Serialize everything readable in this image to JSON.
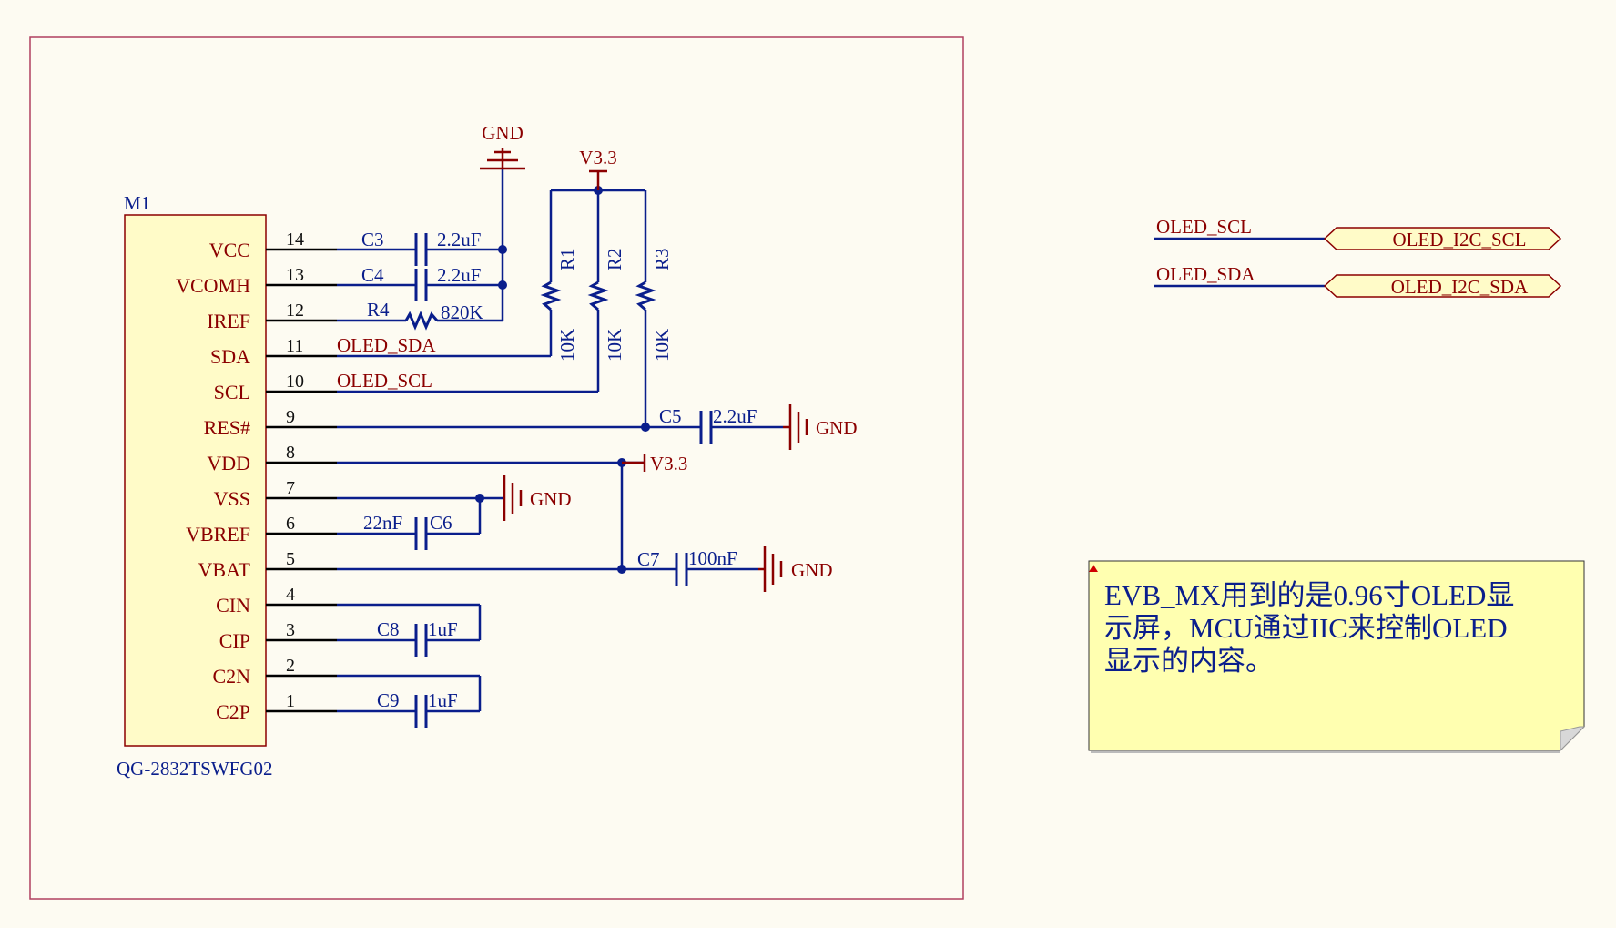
{
  "component": {
    "designator": "M1",
    "part": "QG-2832TSWFG02",
    "pins": [
      {
        "num": "14",
        "name": "VCC"
      },
      {
        "num": "13",
        "name": "VCOMH"
      },
      {
        "num": "12",
        "name": "IREF"
      },
      {
        "num": "11",
        "name": "SDA"
      },
      {
        "num": "10",
        "name": "SCL"
      },
      {
        "num": "9",
        "name": "RES#"
      },
      {
        "num": "8",
        "name": "VDD"
      },
      {
        "num": "7",
        "name": "VSS"
      },
      {
        "num": "6",
        "name": "VBREF"
      },
      {
        "num": "5",
        "name": "VBAT"
      },
      {
        "num": "4",
        "name": "CIN"
      },
      {
        "num": "3",
        "name": "CIP"
      },
      {
        "num": "2",
        "name": "C2N"
      },
      {
        "num": "1",
        "name": "C2P"
      }
    ]
  },
  "parts": {
    "C3": {
      "des": "C3",
      "val": "2.2uF"
    },
    "C4": {
      "des": "C4",
      "val": "2.2uF"
    },
    "R4": {
      "des": "R4",
      "val": "820K"
    },
    "R1": {
      "des": "R1",
      "val": "10K"
    },
    "R2": {
      "des": "R2",
      "val": "10K"
    },
    "R3": {
      "des": "R3",
      "val": "10K"
    },
    "C5": {
      "des": "C5",
      "val": "2.2uF"
    },
    "C6": {
      "des": "C6",
      "val": "22nF"
    },
    "C7": {
      "des": "C7",
      "val": "100nF"
    },
    "C8": {
      "des": "C8",
      "val": "1uF"
    },
    "C9": {
      "des": "C9",
      "val": "1uF"
    }
  },
  "nets": {
    "sda": "OLED_SDA",
    "scl": "OLED_SCL"
  },
  "power": {
    "gnd": "GND",
    "v33": "V3.3"
  },
  "ports": [
    {
      "net": "OLED_SCL",
      "port": "OLED_I2C_SCL"
    },
    {
      "net": "OLED_SDA",
      "port": "OLED_I2C_SDA"
    }
  ],
  "note": {
    "lines": [
      "EVB_MX用到的是0.96寸OLED显",
      "示屏，MCU通过IIC来控制OLED",
      "显示的内容。"
    ]
  },
  "colors": {
    "wire": "#0a1e8c",
    "power": "#8b0000",
    "body_fill": "#fffbc8",
    "note_fill": "#ffffb0",
    "sheet_border": "#b04060"
  }
}
